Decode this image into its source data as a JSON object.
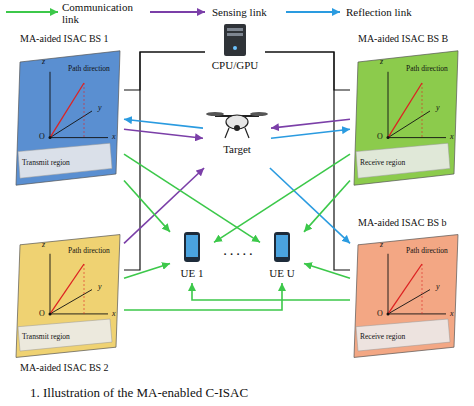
{
  "diagram": {
    "caption": "1. Illustration of the MA-enabled C-ISAC",
    "nodes": [
      {
        "text": [
          "MA-aided ISAC BS 1",
          "z",
          "Path direction",
          "y",
          "x",
          "O",
          "Transmit region"
        ]
      },
      {
        "text": [
          "CPU/GPU"
        ]
      },
      {
        "text": [
          "MA-aided ISAC BS B",
          "z",
          "Path direction",
          "y",
          "x",
          "O",
          "Receive region"
        ]
      },
      {
        "text": [
          "Target"
        ]
      },
      {
        "text": [
          "MA-aided ISAC BS 2",
          "z",
          "Path direction",
          "y",
          "x",
          "O",
          "Transmit region"
        ]
      },
      {
        "text": [
          "UE 1"
        ]
      },
      {
        "text": [
          "UE U"
        ]
      },
      {
        "text": [
          "MA-aided ISAC BS b",
          "z",
          "Path direction",
          "y",
          "x",
          "O",
          "Receive region"
        ]
      }
    ],
    "edges": [
      {
        "from": 1,
        "to": 0,
        "arrow": "none"
      },
      {
        "from": 1,
        "to": 4,
        "arrow": "none"
      },
      {
        "from": 1,
        "to": 2,
        "arrow": "none"
      },
      {
        "from": 1,
        "to": 7,
        "arrow": "none"
      },
      {
        "from": 0,
        "to": 3,
        "arrow": "to"
      },
      {
        "from": 3,
        "to": 0,
        "arrow": "to"
      },
      {
        "from": 2,
        "to": 3,
        "arrow": "to"
      },
      {
        "from": 3,
        "to": 2,
        "arrow": "to"
      },
      {
        "from": 4,
        "to": 3,
        "arrow": "to"
      },
      {
        "from": 3,
        "to": 7,
        "arrow": "to"
      },
      {
        "from": 0,
        "to": 5,
        "arrow": "to"
      },
      {
        "from": 0,
        "to": 6,
        "arrow": "to"
      },
      {
        "from": 4,
        "to": 5,
        "arrow": "to"
      },
      {
        "from": 4,
        "to": 6,
        "arrow": "to"
      },
      {
        "from": 2,
        "to": 5,
        "arrow": "to"
      },
      {
        "from": 2,
        "to": 6,
        "arrow": "to"
      },
      {
        "from": 7,
        "to": 6,
        "arrow": "to"
      },
      {
        "from": 7,
        "to": 5,
        "arrow": "to"
      }
    ],
    "labels": [
      "· · · · ·"
    ],
    "legend": [
      {
        "text": "Communication link"
      },
      {
        "text": "Sensing link"
      },
      {
        "text": "Reflection link"
      }
    ]
  }
}
